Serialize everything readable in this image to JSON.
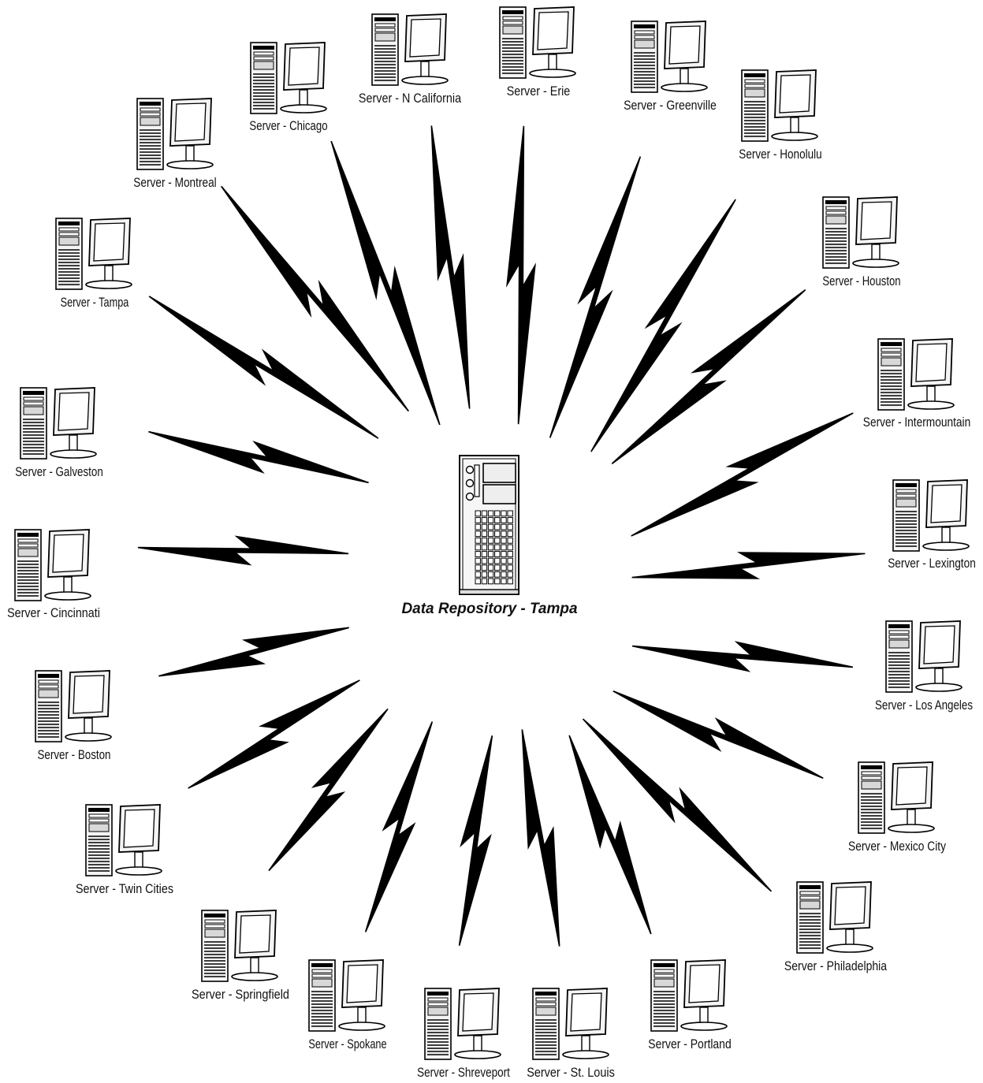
{
  "hub": {
    "label": "Data Repository - Tampa",
    "icon": "server-tower-icon"
  },
  "nodes": [
    {
      "id": "n-california",
      "label": "Server - N California"
    },
    {
      "id": "erie",
      "label": "Server - Erie"
    },
    {
      "id": "greenville",
      "label": "Server - Greenville"
    },
    {
      "id": "honolulu",
      "label": "Server - Honolulu"
    },
    {
      "id": "houston",
      "label": "Server - Houston"
    },
    {
      "id": "intermountain",
      "label": "Server - Intermountain"
    },
    {
      "id": "lexington",
      "label": "Server - Lexington"
    },
    {
      "id": "los-angeles",
      "label": "Server - Los Angeles"
    },
    {
      "id": "mexico-city",
      "label": "Server - Mexico City"
    },
    {
      "id": "philadelphia",
      "label": "Server - Philadelphia"
    },
    {
      "id": "portland",
      "label": "Server - Portland"
    },
    {
      "id": "st-louis",
      "label": "Server - St. Louis"
    },
    {
      "id": "shreveport",
      "label": "Server - Shreveport"
    },
    {
      "id": "spokane",
      "label": "Server - Spokane"
    },
    {
      "id": "springfield",
      "label": "Server - Springfield"
    },
    {
      "id": "twin-cities",
      "label": "Server - Twin Cities"
    },
    {
      "id": "boston",
      "label": "Server - Boston"
    },
    {
      "id": "cincinnati",
      "label": "Server - Cincinnati"
    },
    {
      "id": "galveston",
      "label": "Server - Galveston"
    },
    {
      "id": "tampa",
      "label": "Server - Tampa"
    },
    {
      "id": "montreal",
      "label": "Server - Montreal"
    },
    {
      "id": "chicago",
      "label": "Server - Chicago"
    }
  ],
  "connection_icon": "lightning-bolt-icon",
  "node_icon": "workstation-icon"
}
